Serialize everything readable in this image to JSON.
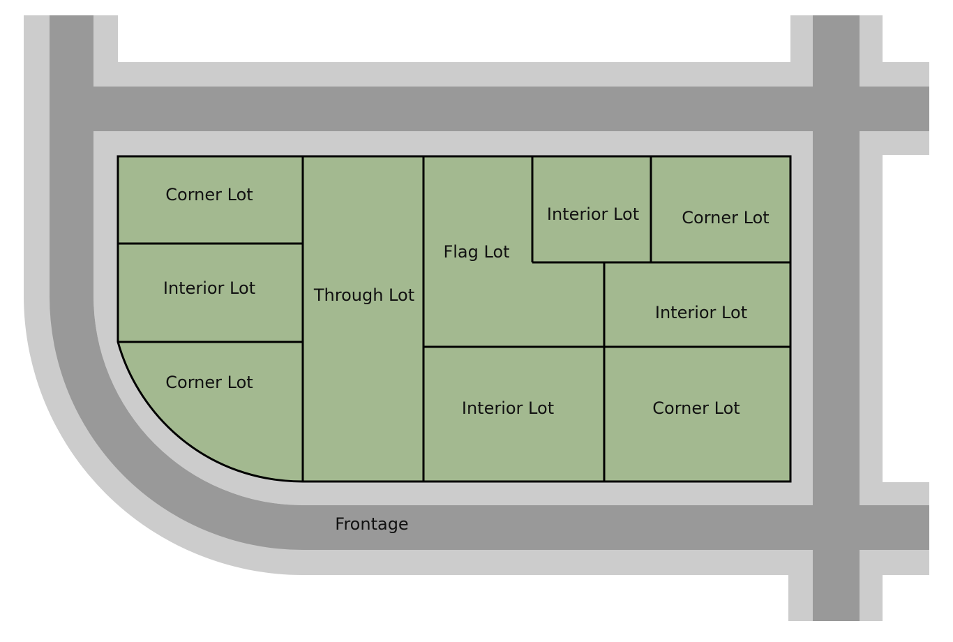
{
  "colors": {
    "background": "#ffffff",
    "sidewalk": "#cccccc",
    "road": "#999999",
    "lot_fill": "#a3b990",
    "lot_border": "#000000",
    "text": "#111111"
  },
  "lots": [
    {
      "id": "corner-lot-1",
      "label": "Corner Lot"
    },
    {
      "id": "interior-lot-1",
      "label": "Interior Lot"
    },
    {
      "id": "corner-lot-2",
      "label": "Corner Lot"
    },
    {
      "id": "through-lot",
      "label": "Through Lot"
    },
    {
      "id": "flag-lot",
      "label": "Flag Lot"
    },
    {
      "id": "interior-lot-2",
      "label": "Interior Lot"
    },
    {
      "id": "corner-lot-3",
      "label": "Corner Lot"
    },
    {
      "id": "interior-lot-3",
      "label": "Interior Lot"
    },
    {
      "id": "interior-lot-4",
      "label": "Interior Lot"
    },
    {
      "id": "corner-lot-4",
      "label": "Corner Lot"
    }
  ],
  "street": {
    "frontage_label": "Frontage"
  }
}
